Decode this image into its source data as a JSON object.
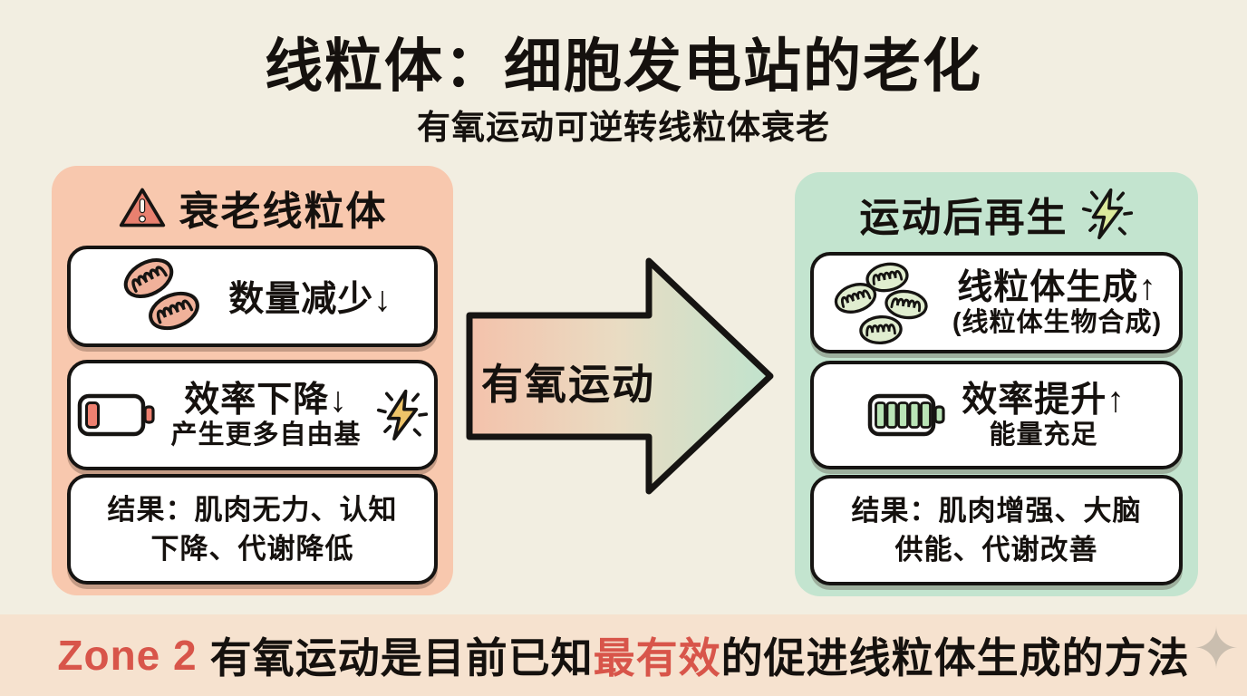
{
  "header": {
    "title": "线粒体：细胞发电站的老化",
    "subtitle": "有氧运动可逆转线粒体衰老"
  },
  "left_panel": {
    "header": "衰老线粒体",
    "header_icon": "warning-triangle-icon",
    "card_quantity": {
      "icon": "mitochondria-pink-icon",
      "text": "数量减少↓"
    },
    "card_efficiency": {
      "icon": "battery-low-icon",
      "side_icon": "lightning-bolt-icon",
      "title": "效率下降↓",
      "subtitle": "产生更多自由基"
    },
    "card_result": {
      "line1": "结果：肌肉无力、认知",
      "line2": "下降、代谢降低"
    }
  },
  "arrow": {
    "label": "有氧运动"
  },
  "right_panel": {
    "header": "运动后再生",
    "header_icon": "lightning-bolt-icon",
    "card_biogenesis": {
      "icon": "mitochondria-green-icon",
      "title": "线粒体生成↑",
      "subtitle": "(线粒体生物合成)"
    },
    "card_efficiency": {
      "icon": "battery-full-icon",
      "title": "效率提升↑",
      "subtitle": "能量充足"
    },
    "card_result": {
      "line1": "结果：肌肉增强、大脑",
      "line2": "供能、代谢改善"
    }
  },
  "footer": {
    "zone_label": "Zone 2",
    "part1": "有氧运动是目前已知",
    "highlight": "最有效",
    "part2": "的促进线粒体生成的方法",
    "watermark": "✦"
  },
  "colors": {
    "background": "#f2eee1",
    "panel_left_bg": "#f8c8ae",
    "panel_right_bg": "#c3e4cf",
    "card_bg": "#ffffff",
    "outline_black": "#161412",
    "accent_red": "#d8554a",
    "warning_fill": "#e8806f",
    "mito_pink_fill": "#f0b19a",
    "mito_green_fill": "#e0edcf",
    "battery_low_cell": "#ee8070",
    "battery_full_cell": "#b9e4b6",
    "bolt_yellow": "#eec469",
    "bolt_green": "#dcea9c",
    "arrow_gradient_from": "#f4c2ab",
    "arrow_gradient_mid": "#e9dcc3",
    "arrow_gradient_to": "#c0e3cd",
    "footer_bg": "#f6e2cf"
  }
}
